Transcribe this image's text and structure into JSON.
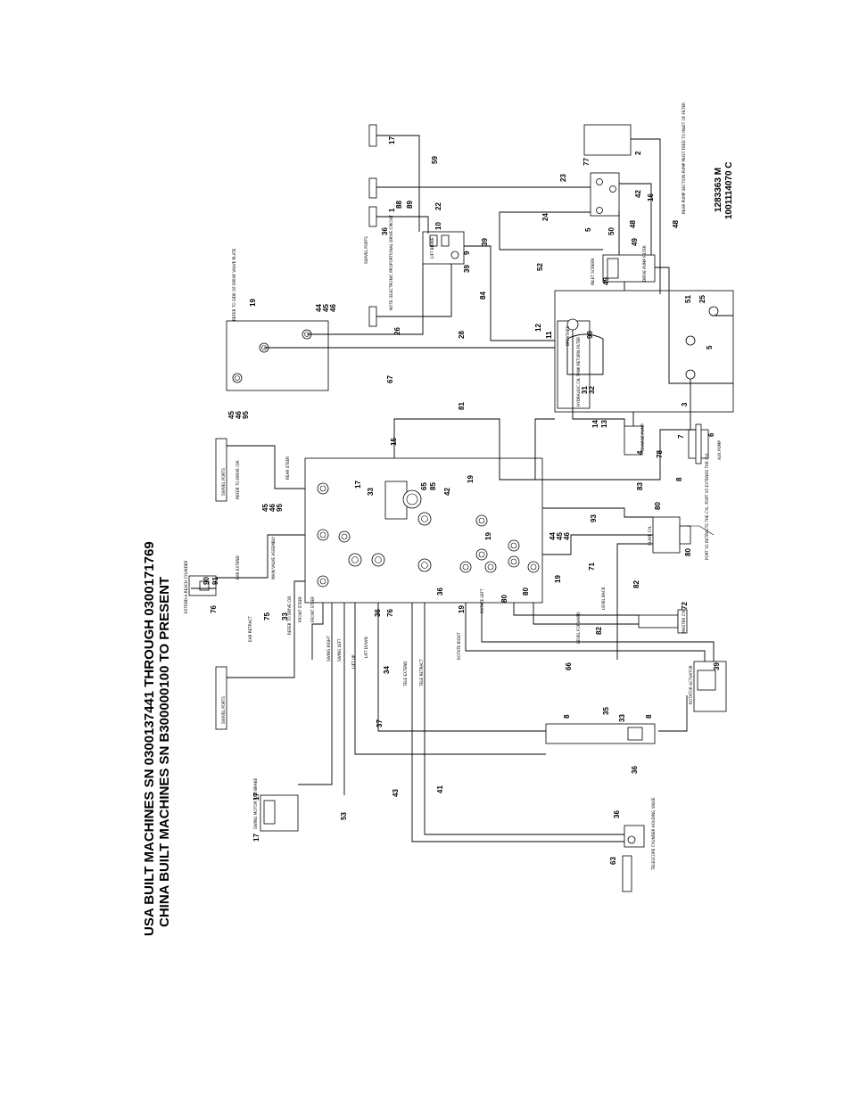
{
  "header": {
    "line1": "USA BUILT MACHINES SN 0300137441 THROUGH 0300171769",
    "line2": "CHINA BUILT MACHINES SN B300000100 TO PRESENT"
  },
  "drawing": {
    "number1": "1283363 M",
    "number2": "1001114070 C"
  },
  "callouts": {
    "c17_top": "17",
    "c59": "59",
    "c77": "77",
    "c2": "2",
    "c23": "23",
    "c42_pump": "42",
    "c16": "16",
    "c24": "24",
    "c88": "88",
    "c89": "89",
    "c22": "22",
    "c1": "1",
    "c10": "10",
    "c36_swivel": "36",
    "c9": "9",
    "c39_valve": "39",
    "c39b": "39",
    "c50": "50",
    "c49a": "49",
    "c49b": "49",
    "c48a": "48",
    "c48b": "48",
    "c52": "52",
    "c5_pump": "5",
    "c19_tr": "19",
    "c44_tr": "44",
    "c45_tr": "45",
    "c46_tr": "46",
    "c26": "26",
    "c28": "28",
    "c84": "84",
    "c12": "12",
    "c11": "11",
    "c99": "99",
    "c51": "51",
    "c25": "25",
    "c5_tank": "5",
    "c45_l": "45",
    "c46_l": "46",
    "c95_l": "95",
    "c67": "67",
    "c31": "31",
    "c32": "32",
    "c3": "3",
    "c15": "15",
    "c81": "81",
    "c14": "14",
    "c13": "13",
    "c7": "7",
    "c6": "6",
    "c4": "4",
    "c78": "78",
    "c8_aux": "8",
    "c83": "83",
    "c17_mv": "17",
    "c33_mv": "33",
    "c65": "65",
    "c85": "85",
    "c42_mv": "42",
    "c19_mv": "19",
    "c45_mv": "45",
    "c46_mv": "46",
    "c95_mv": "95",
    "c93": "93",
    "c80_a": "80",
    "c80_b": "80",
    "c19_mv2": "19",
    "c44_mv": "44",
    "c45_mv2": "45",
    "c46_mv2": "46",
    "c71": "71",
    "c90": "90",
    "c91": "91",
    "c76_a": "76",
    "c75": "75",
    "c33_b": "33",
    "c36_mv": "36",
    "c76_b": "76",
    "c36_mv2": "36",
    "c19_mv3": "19",
    "c80_c": "80",
    "c80_d": "80",
    "c19_mv4": "19",
    "c82_a": "82",
    "c72": "72",
    "c82_b": "82",
    "c34": "34",
    "c66": "66",
    "c39_rot": "39",
    "c8_tele": "8",
    "c35": "35",
    "c33_tele": "33",
    "c8_tele2": "8",
    "c37": "37",
    "c36_tele": "36",
    "c17_sw_a": "17",
    "c17_sw_b": "17",
    "c53": "53",
    "c43": "43",
    "c41": "41",
    "c36_hv": "36",
    "c63": "63"
  },
  "labels": {
    "swivel_ports_top": "SWIVEL PORTS",
    "refer_drive": "REFER TO DRIVE CIR.",
    "rear_steer": "REAR STEER",
    "main_valve": "MAIN VALVE ASSEMBLY",
    "extend_reach": "EXTEND-A-REACH CYLINDER",
    "ear_extend": "EAR EXTEND",
    "ear_retract": "EAR RETRACT",
    "refer_drive2": "REFER TO DRIVE CIR.",
    "front_steer_a": "FRONT STEER",
    "front_steer_b": "FRONT STEER",
    "swing_right": "SWING RIGHT",
    "swing_left": "SWING LEFT",
    "lift_up": "LIFT UP",
    "lift_down": "LIFT DOWN",
    "tele_extend": "TELE EXTEND",
    "tele_retract": "TELE RETRACT",
    "rotate_right": "ROTATE RIGHT",
    "rotate_left": "ROTATE LEFT",
    "level_back": "LEVEL BACK",
    "level_forward": "LEVEL FORWARD",
    "swivel_ports_bottom": "SWIVEL PORTS",
    "swing_motor": "SWING MOTOR AND BRAKE",
    "tele_holding": "TELESCOPE CYLINDER HOLDING VALVE",
    "rotator_actuator": "ROTATOR ACTUATOR",
    "master_cyl": "MASTER CYL",
    "slave_cyl": "SLAVE CYL",
    "port_note": "PORT V1 RETRACTS THE CYL. PORT V2 EXTENDS THE CYL.",
    "hydraulic_tank": "HYDRAULIC OIL TANK",
    "return_filter": "RETURN FILTER",
    "breather": "BREATHER",
    "aux_pump": "AUX PUMP",
    "charge_pump": "CHARGE PUMP",
    "drive_pump_filter": "DRIVE PUMP FILTER",
    "inlet_screen": "INLET SCREEN",
    "swivel_ports_top2": "SWIVEL PORTS",
    "drive_note": "REFER TO SIDE OF DRIVE VALVE PLATE",
    "lift_brake": "LIFT BRAKE",
    "pump_note": "REAR PUMP SECTION PUMP MUST FEED TO INLET OF FILTER",
    "bypass_note": "NOTE: ELECTRONIC PROPORTIONAL DRIVE CIRCUIT"
  }
}
